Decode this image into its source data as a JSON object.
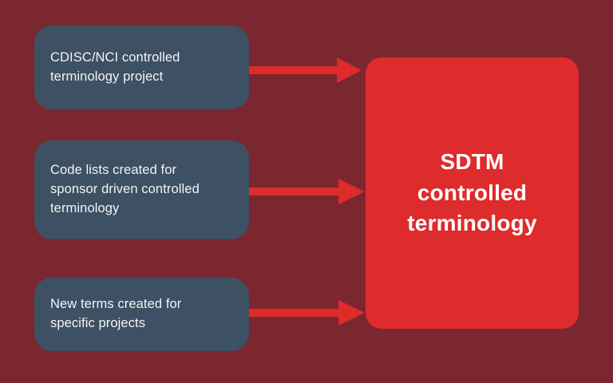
{
  "diagram": {
    "background_color": "#7A2730",
    "source_box_color": "#3E5063",
    "target_box_color": "#DE2B2B",
    "arrow_color": "#DE2B2B",
    "source_text_color": "#F2F4F6",
    "target_text_color": "#FFFFFF",
    "sources": [
      {
        "label": "CDISC/NCI controlled\nterminology project"
      },
      {
        "label": "Code lists created for\nsponsor driven controlled\nterminology"
      },
      {
        "label": "New terms created for\nspecific projects"
      }
    ],
    "arrows": [
      {
        "name": "arrow-right-icon"
      },
      {
        "name": "arrow-right-icon"
      },
      {
        "name": "arrow-right-icon"
      }
    ],
    "target": {
      "label": "SDTM\ncontrolled\nterminology"
    }
  }
}
